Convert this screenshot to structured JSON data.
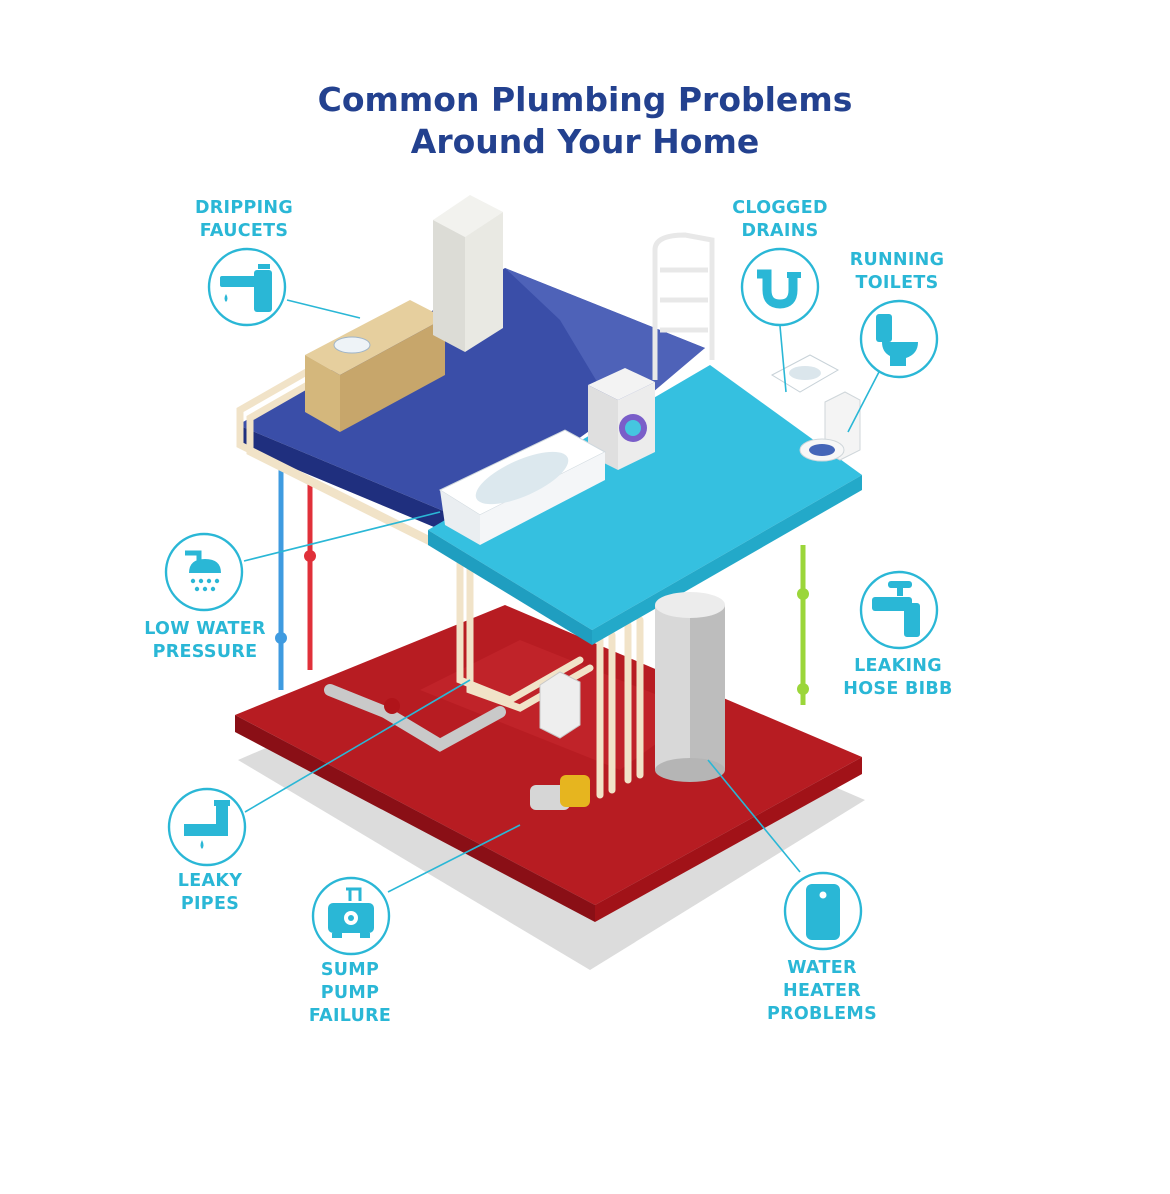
{
  "title": {
    "line1": "Common Plumbing Problems",
    "line2": "Around Your Home"
  },
  "callouts": [
    {
      "id": "dripping-faucets",
      "lines": [
        "DRIPPING",
        "FAUCETS"
      ],
      "icon": "faucet-icon"
    },
    {
      "id": "clogged-drains",
      "lines": [
        "CLOGGED",
        "DRAINS"
      ],
      "icon": "p-trap-icon"
    },
    {
      "id": "running-toilets",
      "lines": [
        "RUNNING",
        "TOILETS"
      ],
      "icon": "toilet-icon"
    },
    {
      "id": "low-water-pressure",
      "lines": [
        "LOW WATER",
        "PRESSURE"
      ],
      "icon": "shower-icon"
    },
    {
      "id": "leaking-hose-bibb",
      "lines": [
        "LEAKING",
        "HOSE BIBB"
      ],
      "icon": "hose-bibb-icon"
    },
    {
      "id": "leaky-pipes",
      "lines": [
        "LEAKY",
        "PIPES"
      ],
      "icon": "leaky-pipe-icon"
    },
    {
      "id": "sump-pump-failure",
      "lines": [
        "SUMP",
        "PUMP",
        "FAILURE"
      ],
      "icon": "sump-pump-icon"
    },
    {
      "id": "water-heater-problems",
      "lines": [
        "WATER",
        "HEATER",
        "PROBLEMS"
      ],
      "icon": "water-heater-icon"
    }
  ],
  "colors": {
    "title": "#23418f",
    "accent": "#2ab7d6",
    "upper_floor": "#3a4ea8",
    "bathroom_floor": "#35c0e0",
    "basement_floor": "#b71c22",
    "cold_pipe": "#3f9be0",
    "hot_pipe": "#e0303a",
    "drain_pipe": "#f1e3c8",
    "hose_pipe": "#9bd63a"
  }
}
